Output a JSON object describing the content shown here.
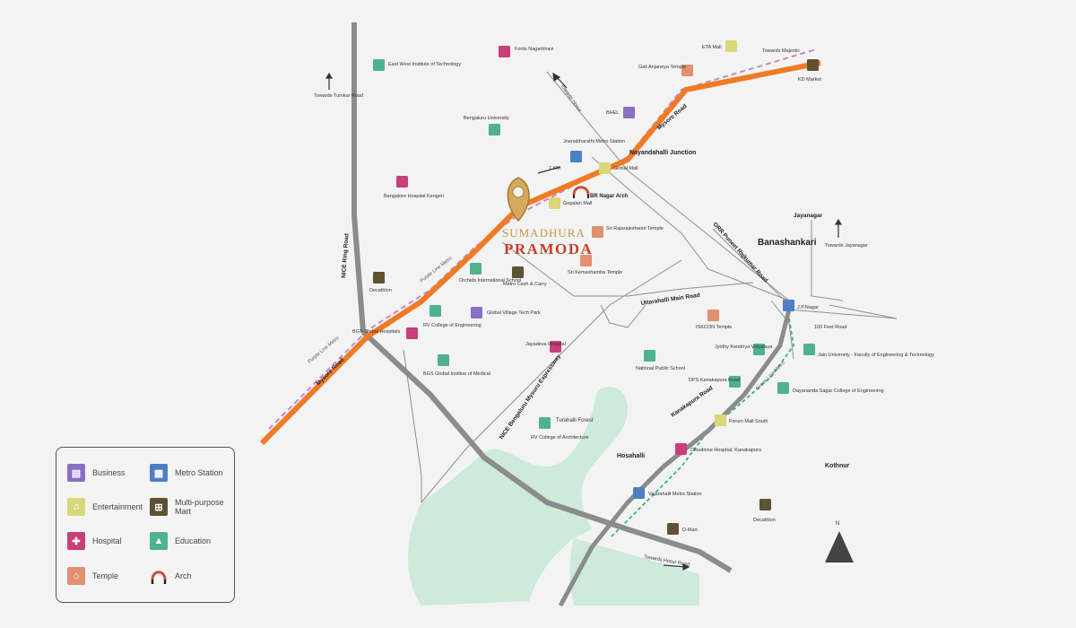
{
  "brand": {
    "line1": "SUMADHURA",
    "line2": "PRAMODA"
  },
  "roads": {
    "mysore_road_1": "Mysore Road",
    "mysore_road_2": "Mysore Road",
    "nice_ring_road": "NICE Ring Road",
    "nice_expressway": "NICE Bengaluru Mysuru Expressway",
    "purple_metro_1": "Purple Line Metro",
    "purple_metro_2": "Purple Line Metro",
    "green_metro": "Green Line Metro",
    "uttarahalli": "Uttarahalli Main Road",
    "outer_ring": "ORR Puneet Rajkumar Road",
    "kanakapura": "Kanakapura Road",
    "ring_100ft": "100 Feet Road"
  },
  "directions": {
    "tumkur": "Towards Tumkur Road",
    "hosur_top": "Towards Hosur",
    "majestic": "Towards Majestic",
    "jayanagar": "Towards Jayanagar",
    "hosur_bottom": "Towards Hosur Road",
    "distance": "1 KM"
  },
  "areas": {
    "nayandahalli": "Nayandahalli Junction",
    "banashankari": "Banashankari",
    "jayanagar": "Jayanagar",
    "hosahalli": "Hosahalli",
    "kothnur": "Kothnur",
    "turahalli": "Turahalli Forest",
    "north": "N"
  },
  "places": {
    "east_west": "East West Institute of Technology",
    "fortis": "Fortis Nagarbhavi",
    "eta_mall": "ETA Mall",
    "gali_anjaneya": "Gali Anjaneya Temple",
    "kd_market": "KD Market",
    "bhel": "BHEL",
    "bangalore_univ": "Bengaluru University",
    "jnanabharathi": "Jnanabharathi Metro Station",
    "global_mall": "Global Mall",
    "bgs_kengeri": "Bangalore Hospital Kengeri",
    "brnagar_arch": "BR Nagar Arch",
    "gopalan": "Gopalan Mall",
    "sri_rajarajeshwari": "Sri Rajarajeshwari Temple",
    "sri_kemp": "Sri Kemashamba Temple",
    "decathlon_1": "Decathlon",
    "orchids": "Orchids International School",
    "metro_cash": "Metro Cash & Carry",
    "rv_engg": "RV College of Engineering",
    "global_village": "Global Village Tech Park",
    "bgs_global_hosp": "BGS Global Hospitals",
    "bgs_medical": "BGS Global Institue of Medical",
    "jayadeva": "Jayadeva Hospital",
    "iskcon": "ISKCON Temple",
    "jp_nagar": "J.P.Nagar",
    "ring_road_label": "100 Feet Road",
    "jyothy": "Jyothy Kendriya Vidyalaya",
    "national_public": "National Public School",
    "dps": "DPS Kanakapura Road",
    "jain_univ": "Jain University - Faculty of Engineering & Technology",
    "dayananda": "Dayananda Sagar College of Engineering",
    "forum": "Forum Mall South",
    "rv_arch": "RV College of Architecture",
    "cloudnine": "Cloudnine Hospital, Kanakapura",
    "vajarahalli": "Vajarahalli Metro Station",
    "decathlon_2": "Decathlon",
    "dmart": "D-Mart"
  },
  "legend": {
    "business": "Business",
    "metro": "Metro Station",
    "entertainment": "Entertainment",
    "mart": "Multi-purpose Mart",
    "hospital": "Hospital",
    "education": "Education",
    "temple": "Temple",
    "arch": "Arch"
  },
  "colors": {
    "business": "#8b6fc4",
    "metro": "#4d7fc4",
    "entertainment": "#d9d77a",
    "mart": "#5e5233",
    "hospital": "#c83f79",
    "education": "#4fb28c",
    "temple": "#e2906f",
    "mysore_road": "#f07a26",
    "purple_line": "#c78ac2",
    "green_line": "#3fae83",
    "forest": "#cdeadb"
  }
}
